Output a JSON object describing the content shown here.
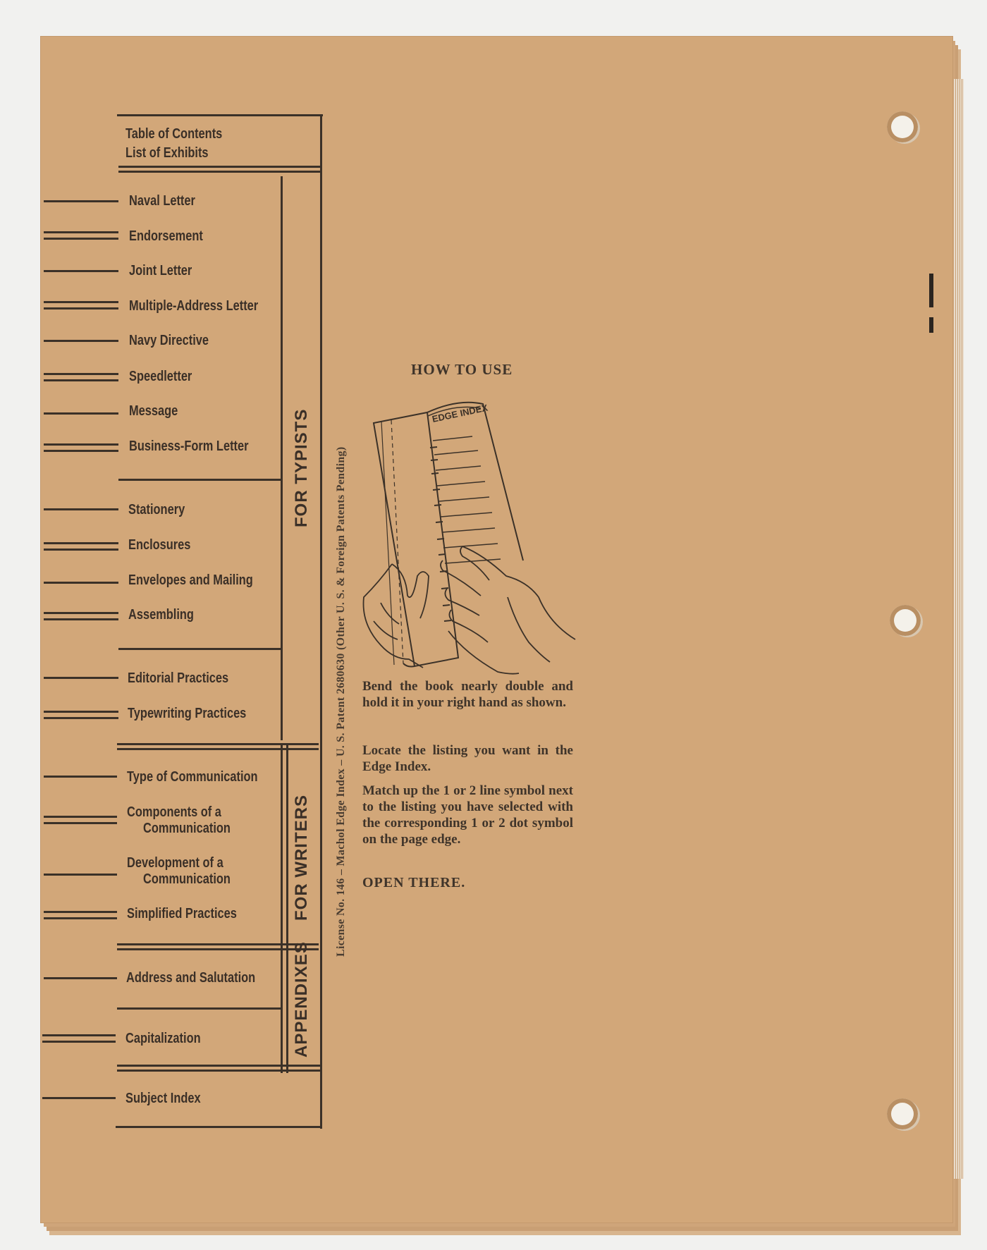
{
  "toc": {
    "header": [
      "Table of Contents",
      "List of Exhibits"
    ],
    "items": [
      {
        "label": "Naval Letter",
        "lines": 1
      },
      {
        "label": "Endorsement",
        "lines": 2
      },
      {
        "label": "Joint Letter",
        "lines": 1
      },
      {
        "label": "Multiple-Address Letter",
        "lines": 2
      },
      {
        "label": "Navy Directive",
        "lines": 1
      },
      {
        "label": "Speedletter",
        "lines": 2
      },
      {
        "label": "Message",
        "lines": 1
      },
      {
        "label": "Business-Form Letter",
        "lines": 2
      },
      {
        "label": "Stationery",
        "lines": 1
      },
      {
        "label": "Enclosures",
        "lines": 2
      },
      {
        "label": "Envelopes and Mailing",
        "lines": 1
      },
      {
        "label": "Assembling",
        "lines": 2
      },
      {
        "label": "Editorial Practices",
        "lines": 1
      },
      {
        "label": "Typewriting Practices",
        "lines": 2
      },
      {
        "label": "Type of Communication",
        "lines": 1
      },
      {
        "label": "Components of a",
        "label2": "Communication",
        "lines": 2
      },
      {
        "label": "Development of a",
        "label2": "Communication",
        "lines": 1
      },
      {
        "label": "Simplified Practices",
        "lines": 2
      },
      {
        "label": "Address and Salutation",
        "lines": 1
      },
      {
        "label": "Capitalization",
        "lines": 2
      },
      {
        "label": "Subject Index",
        "lines": 1
      }
    ],
    "sections": {
      "typists": "FOR TYPISTS",
      "writers": "FOR WRITERS",
      "appendixes": "APPENDIXES"
    }
  },
  "license": "License No. 146 – Machol Edge Index – U. S. Patent 2680630 (Other U. S. & Foreign Patents Pending)",
  "how_to_use": {
    "title": "HOW TO USE",
    "illustration_label": "EDGE INDEX",
    "paragraphs": [
      "Bend the book nearly dou­ble and hold it in your right hand as shown.",
      "Locate the listing you want in the Edge Index.",
      "Match up the 1 or 2 line symbol next to the listing you have selected with the corresponding 1 or 2 dot symbol on the page edge."
    ],
    "closing": "OPEN THERE."
  }
}
